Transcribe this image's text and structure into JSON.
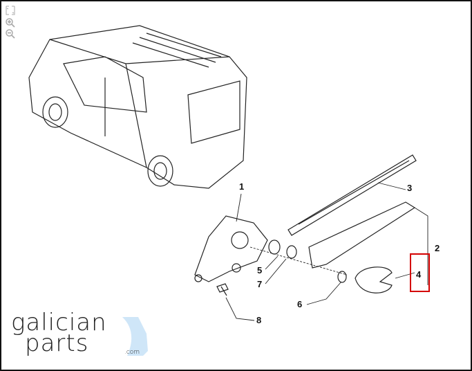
{
  "toolbar": {
    "icons": [
      "fit-screen-icon",
      "zoom-in-icon",
      "zoom-out-icon"
    ]
  },
  "callouts": [
    "1",
    "2",
    "3",
    "4",
    "5",
    "6",
    "7",
    "8"
  ],
  "highlighted_callout": "4",
  "highlight_color": "#d40000",
  "logo": {
    "line1": "galician",
    "line2": "parts",
    "suffix": ".com",
    "accent": "#cfe6f8"
  }
}
